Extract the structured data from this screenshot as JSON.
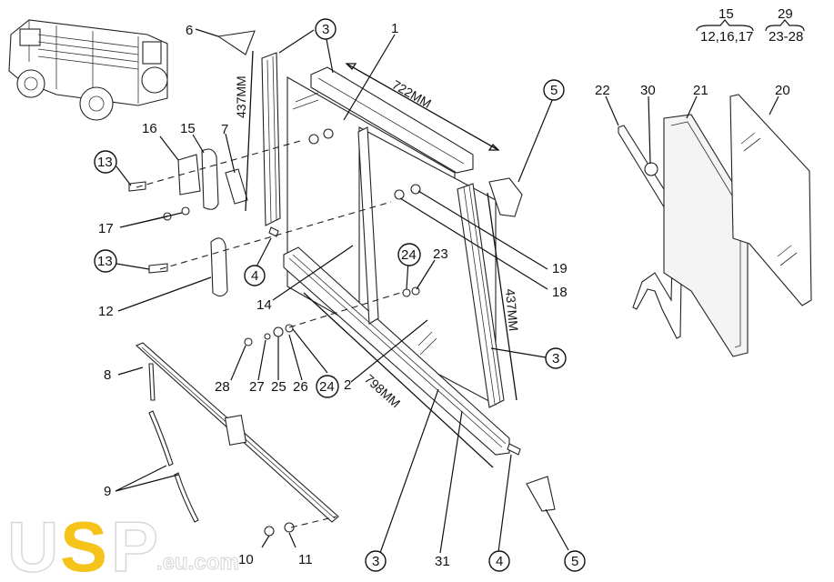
{
  "diagram": {
    "title": "Sliding window assembly exploded view",
    "legend_groups": [
      {
        "parent": "15",
        "children": "12,16,17"
      },
      {
        "parent": "29",
        "children": "23-28"
      }
    ],
    "dimensions": {
      "top_channel_length": "722MM",
      "left_channel_height": "437MM",
      "right_channel_height": "437MM",
      "bottom_channel_length": "798MM"
    },
    "callouts": {
      "c1": "1",
      "c2": "2",
      "c3a": "3",
      "c3b": "3",
      "c3c": "3",
      "c4a": "4",
      "c4b": "4",
      "c5a": "5",
      "c5b": "5",
      "c6": "6",
      "c7": "7",
      "c8": "8",
      "c9": "9",
      "c10": "10",
      "c11": "11",
      "c12": "12",
      "c13a": "13",
      "c13b": "13",
      "c14": "14",
      "c15": "15",
      "c16": "16",
      "c17": "17",
      "c18": "18",
      "c19": "19",
      "c20": "20",
      "c21": "21",
      "c22": "22",
      "c23": "23",
      "c24a": "24",
      "c24b": "24",
      "c25": "25",
      "c26": "26",
      "c27": "27",
      "c28": "28",
      "c30": "30",
      "c31": "31"
    },
    "watermark": {
      "letter_u": "U",
      "letter_s": "S",
      "letter_p": "P",
      "suffix": ".eu.com",
      "accent_color": "#f5c31a"
    },
    "vehicle_thumbnail": "vehicle-illustration"
  }
}
